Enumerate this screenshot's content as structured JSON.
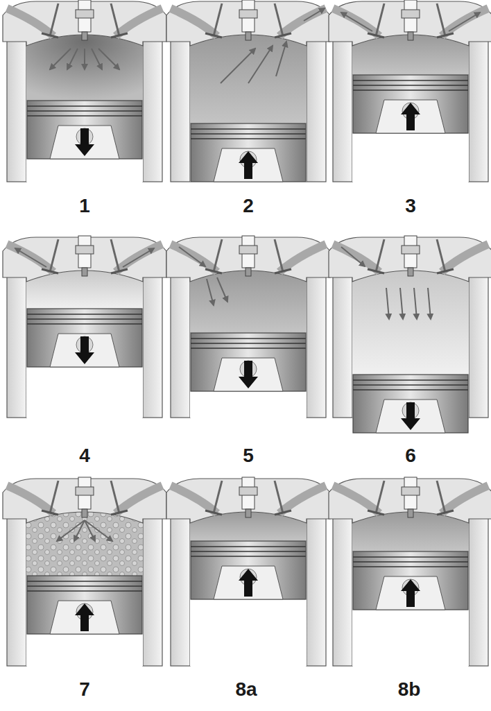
{
  "diagram": {
    "labels": [
      "1",
      "2",
      "3",
      "4",
      "5",
      "6",
      "7",
      "8a",
      "8b"
    ]
  }
}
